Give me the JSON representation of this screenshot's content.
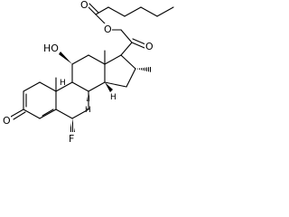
{
  "molecule": {
    "atoms": {
      "ketone_o": "O",
      "hydroxyl": "HO",
      "ester_o_top": "O",
      "ester_o_link": "O",
      "side_ketone_o": "O",
      "fluorine": "F",
      "h_8": "H",
      "h_9": "H",
      "h_14": "H"
    }
  }
}
